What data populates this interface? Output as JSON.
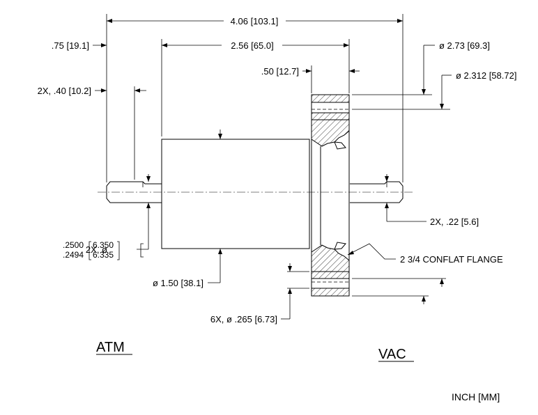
{
  "dimensions": {
    "overall_length": "4.06 [103.1]",
    "left_offset": ".75 [19.1]",
    "body_to_flange": "2.56 [65.0]",
    "flange_thickness": ".50 [12.7]",
    "flange_od": "ø 2.73 [69.3]",
    "bolt_circle": "ø 2.312 [58.72]",
    "shaft_length": "2X, .40 [10.2]",
    "shaft_dia_prefix": "2X, ø",
    "shaft_dia_in_max": ".2500",
    "shaft_dia_in_min": ".2494",
    "shaft_dia_mm_max": "6.350",
    "shaft_dia_mm_min": "6.335",
    "body_dia": "ø 1.50 [38.1]",
    "holes": "6X, ø .265 [6.73]",
    "shaft_flat": "2X, .22 [5.6]"
  },
  "notes": {
    "flange": "2 3/4 CONFLAT FLANGE",
    "atm": "ATM",
    "vac": "VAC",
    "units": "INCH [MM]"
  }
}
